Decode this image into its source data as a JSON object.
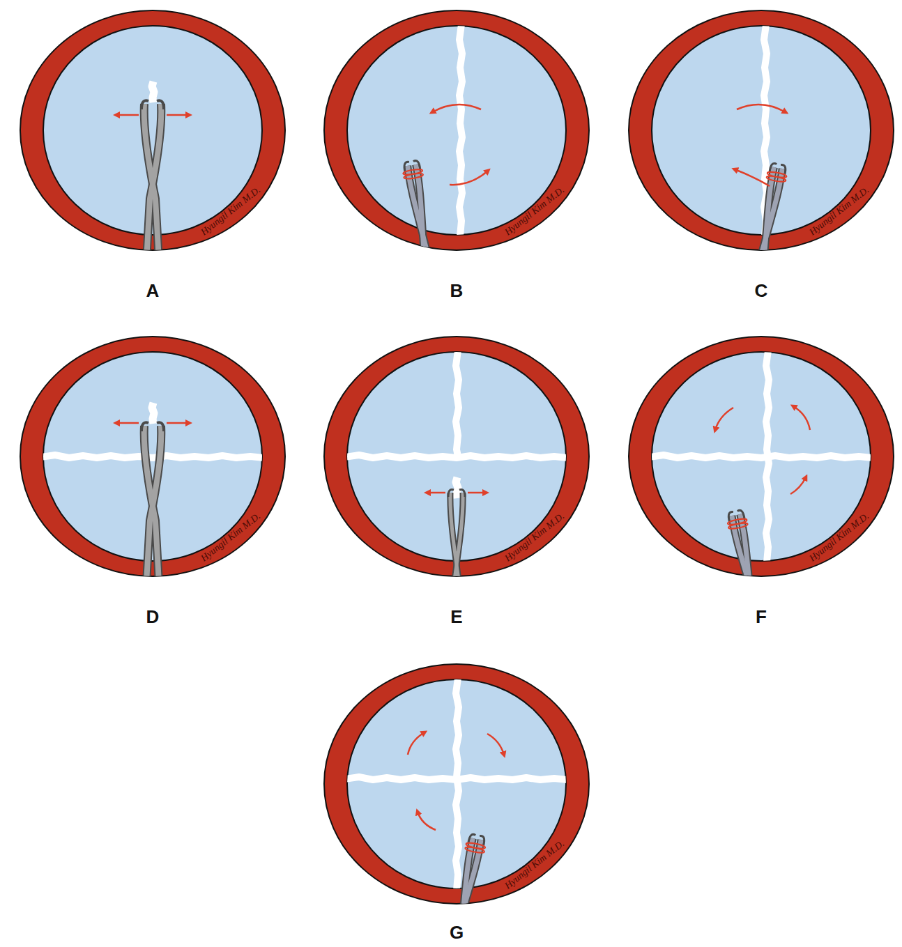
{
  "diagram": {
    "labels": [
      "A",
      "B",
      "C",
      "D",
      "E",
      "F",
      "G",
      "Hyungil Kim M.D.",
      "Hyungil Kim M.D.",
      "Hyungil Kim M.D.",
      "Hyungil Kim M.D.",
      "Hyungil Kim M.D.",
      "Hyungil Kim M.D.",
      "Hyungil Kim M.D."
    ]
  }
}
